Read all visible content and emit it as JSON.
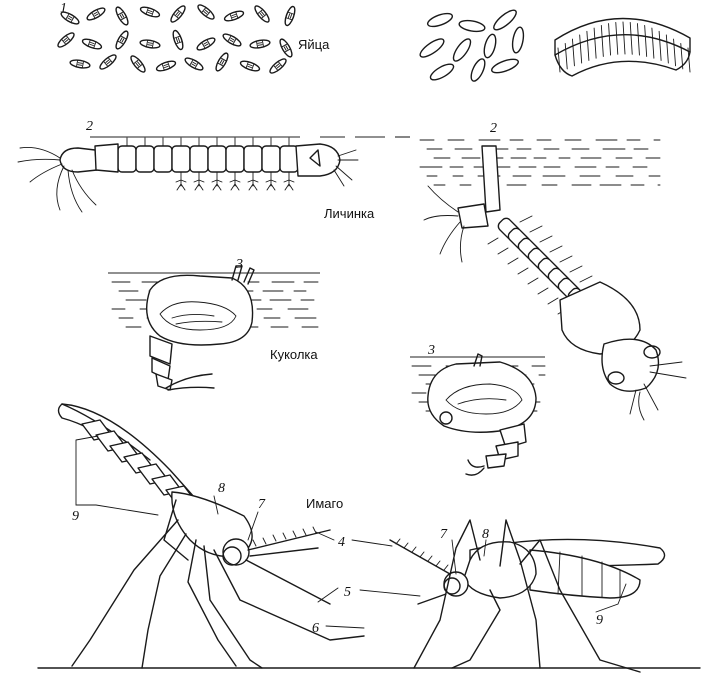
{
  "labels": {
    "eggs": "Яйца",
    "larva": "Личинка",
    "pupa": "Куколка",
    "imago": "Имаго"
  },
  "numbers": {
    "n1": "1",
    "n2a": "2",
    "n2b": "2",
    "n3a": "3",
    "n3b": "3",
    "n4": "4",
    "n5": "5",
    "n6": "6",
    "n7a": "7",
    "n7b": "7",
    "n8a": "8",
    "n8b": "8",
    "n9a": "9",
    "n9b": "9"
  }
}
